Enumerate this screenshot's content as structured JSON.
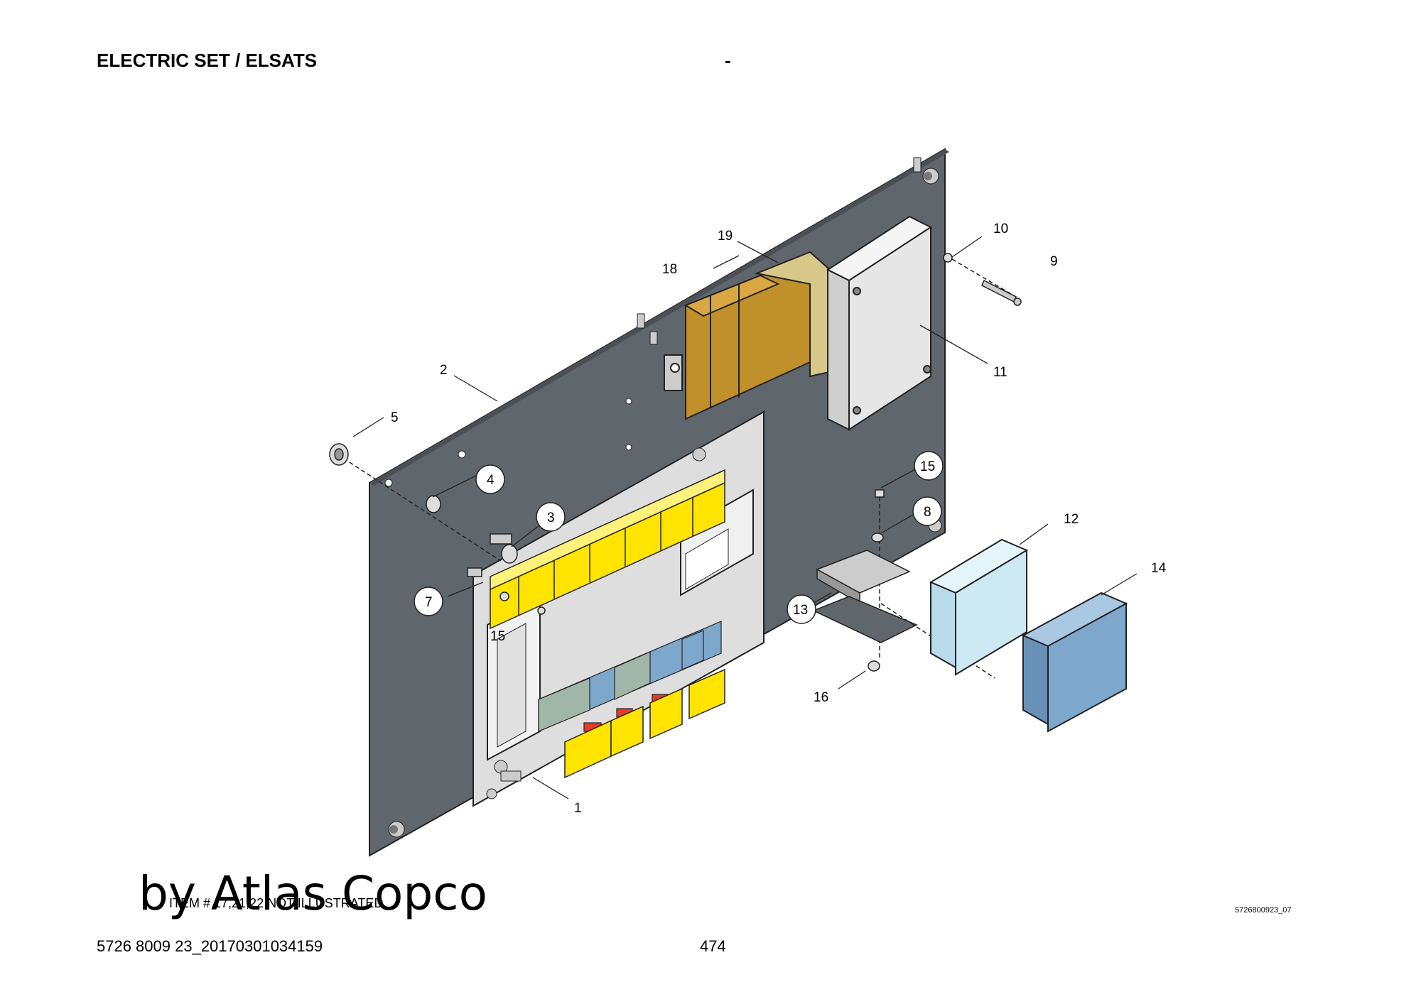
{
  "header": {
    "title": "ELECTRIC SET / ELSATS",
    "dash": "-"
  },
  "diagram": {
    "callouts": [
      "1",
      "2",
      "3",
      "4",
      "5",
      "7",
      "8",
      "9",
      "10",
      "11",
      "12",
      "13",
      "14",
      "15",
      "15",
      "16",
      "18",
      "19"
    ],
    "circled_callouts": [
      "3",
      "4",
      "7",
      "8",
      "13",
      "15"
    ],
    "colors": {
      "panel": "#5f666c",
      "relay_yellow": "#ffe400",
      "fuse_blue": "#7ea7cc",
      "fuse_grey": "#9fb6a8",
      "fuse_red": "#e53b2b",
      "module_brown": "#c0902a",
      "module_tan": "#d8c888",
      "box_light": "#e6e6e6",
      "cover_light_blue": "#cde9f3",
      "cover_blue": "#7ea7cc"
    }
  },
  "note": "ITEM # 17,21,22 NOT ILLUSTRATED",
  "watermark": "by Atlas Copco",
  "drawing_ref": "5726800923_07",
  "footer": {
    "doc_id": "5726 8009 23_20170301034159",
    "page": "474"
  }
}
